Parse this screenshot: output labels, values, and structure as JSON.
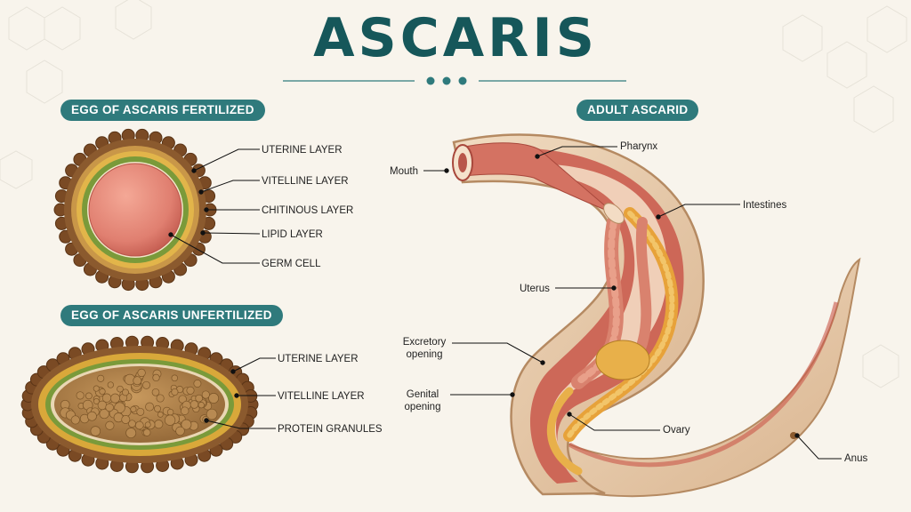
{
  "title": "ASCARIS",
  "sections": {
    "fertilized": "EGG OF ASCARIS FERTILIZED",
    "unfertilized": "EGG OF ASCARIS UNFERTILIZED",
    "adult": "ADULT ASCARID"
  },
  "fertilized_labels": {
    "uterine": "UTERINE LAYER",
    "vitelline": "VITELLINE LAYER",
    "chitinous": "CHITINOUS LAYER",
    "lipid": "LIPID LAYER",
    "germ": "GERM CELL"
  },
  "unfertilized_labels": {
    "uterine": "UTERINE LAYER",
    "vitelline": "VITELLINE LAYER",
    "protein": "PROTEIN GRANULES"
  },
  "adult_labels": {
    "mouth": "Mouth",
    "pharynx": "Pharynx",
    "intestines": "Intestines",
    "uterus": "Uterus",
    "excretory_1": "Excretory",
    "excretory_2": "opening",
    "genital_1": "Genital",
    "genital_2": "opening",
    "ovary": "Ovary",
    "anus": "Anus"
  },
  "colors": {
    "title": "#16575a",
    "pill": "#2f7a7c",
    "shell": "#7a4a24",
    "lipid": "#d9a83a",
    "vitelline": "#7a9a3a",
    "germ": "#e07f70",
    "body_wall": "#e8cdb0",
    "muscle": "#c9574a",
    "intestine": "#e7a23a"
  }
}
